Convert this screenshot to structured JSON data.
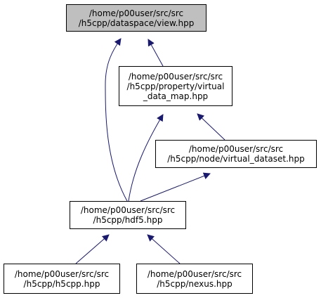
{
  "nodes": {
    "view": {
      "line1": "/home/p00user/src/src",
      "line2": "/h5cpp/dataspace/view.hpp"
    },
    "virtual_data_map": {
      "line1": "/home/p00user/src/src",
      "line2": "/h5cpp/property/virtual",
      "line3": "_data_map.hpp"
    },
    "virtual_dataset": {
      "line1": "/home/p00user/src/src",
      "line2": "/h5cpp/node/virtual_dataset.hpp"
    },
    "hdf5": {
      "line1": "/home/p00user/src/src",
      "line2": "/h5cpp/hdf5.hpp"
    },
    "h5cpp": {
      "line1": "/home/p00user/src/src",
      "line2": "/h5cpp/h5cpp.hpp"
    },
    "nexus": {
      "line1": "/home/p00user/src/src",
      "line2": "/h5cpp/nexus.hpp"
    }
  },
  "colors": {
    "edge": "#191970",
    "highlight_fill": "#bfbfbf",
    "node_border": "#000000"
  }
}
